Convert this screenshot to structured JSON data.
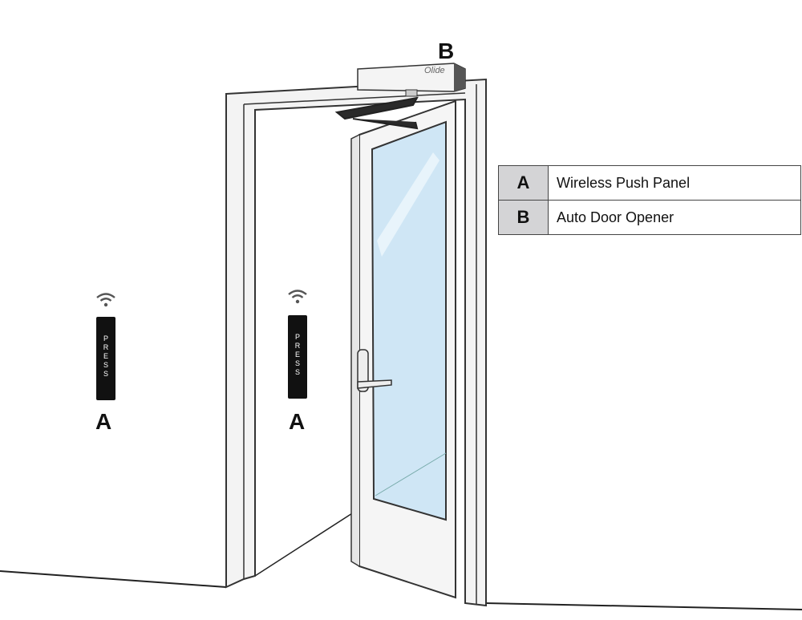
{
  "legend": [
    {
      "key": "A",
      "label": "Wireless Push Panel"
    },
    {
      "key": "B",
      "label": "Auto Door Opener"
    }
  ],
  "labels": {
    "panel_left": "A",
    "panel_center": "A",
    "opener": "B"
  },
  "push_panel": {
    "text_left": "P\nR\nE\nS\nS",
    "text_center": "P\nR\nE\nS\nS"
  },
  "opener_brand": "Olide",
  "colors": {
    "glass": "#cfe6f5",
    "frame_stroke": "#333333",
    "panel": "#111111",
    "legend_key_bg": "#d4d4d6"
  },
  "icons": [
    "wifi-icon",
    "wifi-icon"
  ]
}
